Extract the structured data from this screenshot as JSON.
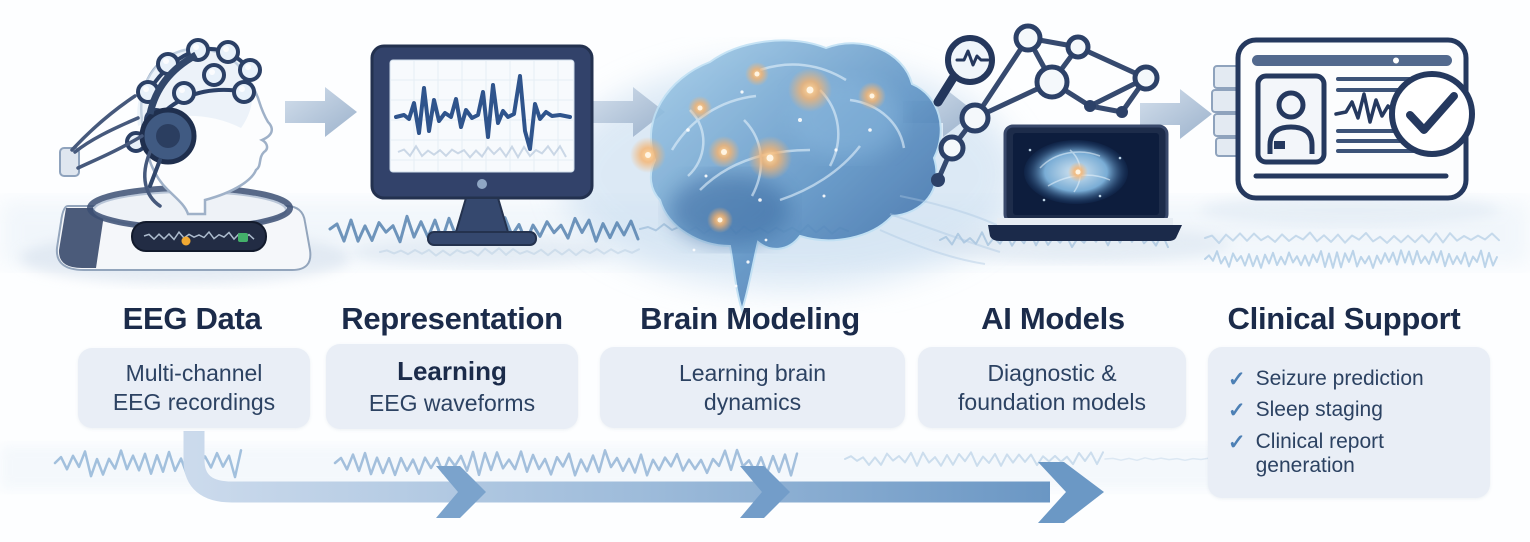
{
  "stages": [
    {
      "id": "eeg-data",
      "title": "EEG Data",
      "description": "Multi-channel\nEEG recordings"
    },
    {
      "id": "representation-learning",
      "title": "Representation",
      "title_line2": "Learning",
      "description": "EEG waveforms"
    },
    {
      "id": "brain-modeling",
      "title": "Brain Modeling",
      "description": "Learning brain\ndynamics"
    },
    {
      "id": "ai-models",
      "title": "AI Models",
      "description": "Diagnostic &\nfoundation models"
    },
    {
      "id": "clinical-support",
      "title": "Clinical Support",
      "checklist": [
        "Seizure prediction",
        "Sleep staging",
        "Clinical report generation"
      ]
    }
  ],
  "icons": {
    "checkmark": "✓"
  },
  "colors": {
    "heading_text": "#1b2b4a",
    "body_text": "#2c4262",
    "box_background": "#e9eef6",
    "checkmark": "#4d80b5",
    "flow_pipe": "#6f9cc7",
    "panel_arrow": "#aabfd6",
    "device_navy": "#2c3e63",
    "glow_orange": "#f2a860",
    "indicator_green": "#43b06a",
    "indicator_amber": "#f0a832"
  }
}
